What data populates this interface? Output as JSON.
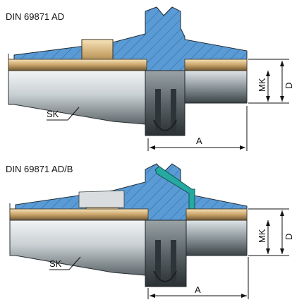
{
  "diagrams": [
    {
      "title": "DIN 69871 AD",
      "labels": {
        "sk": "SK",
        "a": "A",
        "mk": "MK",
        "d": "D"
      }
    },
    {
      "title": "DIN 69871 AD/B",
      "labels": {
        "sk": "SK",
        "a": "A",
        "mk": "MK",
        "d": "D"
      }
    }
  ],
  "colors": {
    "section_fill": "#5b9bd5",
    "hatch": "#2f6fa8",
    "brass": "#e8c890",
    "steel_dark": "#505a5e",
    "steel_light": "#c8cfd2",
    "coolant_channel": "#26a9a0"
  }
}
